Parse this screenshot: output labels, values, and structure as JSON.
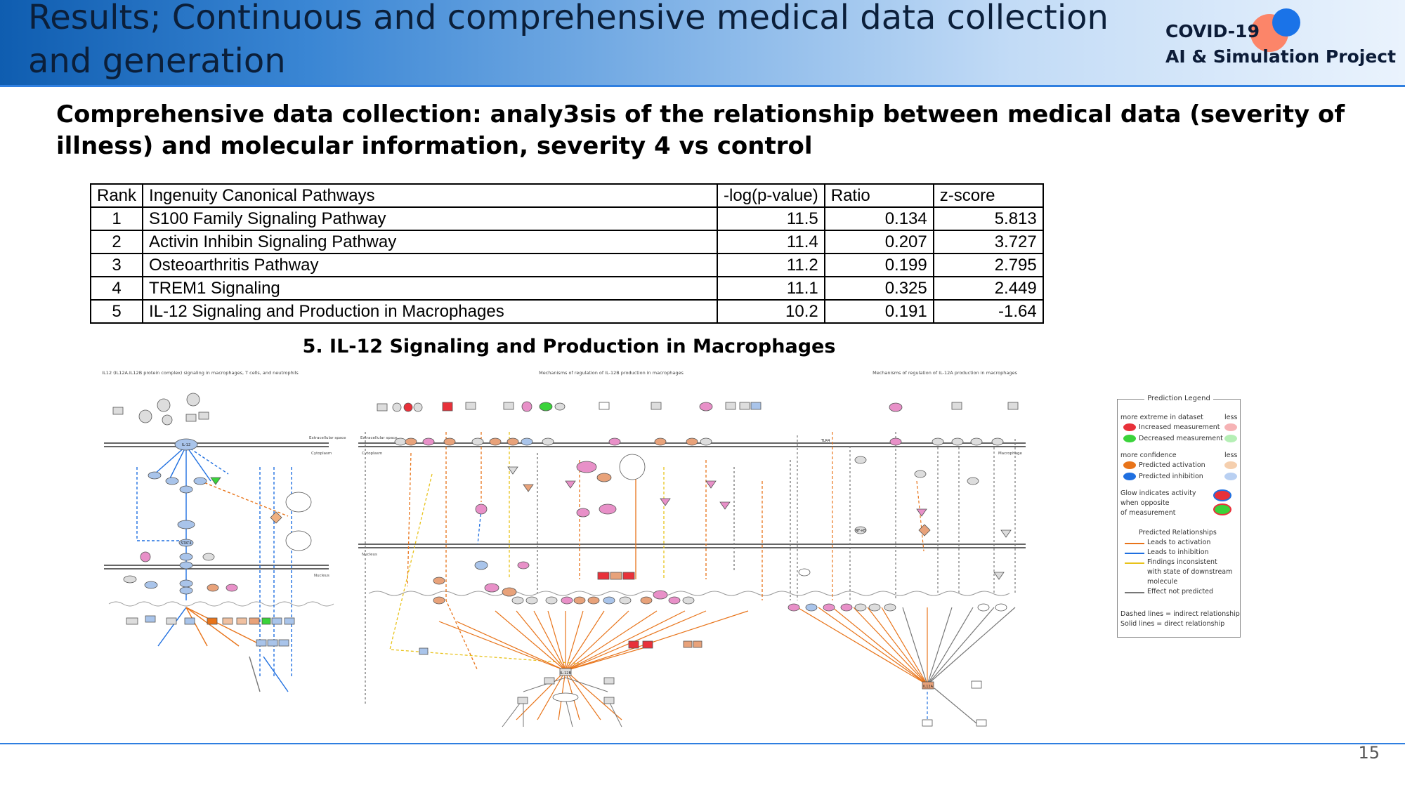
{
  "header": {
    "title": "Results; Continuous and comprehensive medical data collection and generation",
    "brand_line1": "COVID-19",
    "brand_line2": "AI & Simulation Project"
  },
  "subtitle": "Comprehensive data collection: analy3sis of the relationship between medical data (severity of illness) and molecular information, severity 4  vs  control",
  "table": {
    "headers": [
      "Rank",
      "Ingenuity Canonical Pathways",
      "-log(p-value)",
      "Ratio",
      "z-score"
    ],
    "rows": [
      [
        "1",
        "S100 Family Signaling Pathway",
        "11.5",
        "0.134",
        "5.813"
      ],
      [
        "2",
        "Activin Inhibin Signaling Pathway",
        "11.4",
        "0.207",
        "3.727"
      ],
      [
        "3",
        "Osteoarthritis Pathway",
        "11.2",
        "0.199",
        "2.795"
      ],
      [
        "4",
        "TREM1 Signaling",
        "11.1",
        "0.325",
        "2.449"
      ],
      [
        "5",
        "IL-12 Signaling and Production in Macrophages",
        "10.2",
        "0.191",
        "-1.64"
      ]
    ]
  },
  "figure": {
    "caption": "5. IL-12 Signaling and Production in Macrophages",
    "panels": [
      {
        "title": "IL12 (IL12A.IL12B protein complex) signaling in macrophages, T cells, and neutrophils"
      },
      {
        "title": "Mechanisms of regulation of IL-12B production in macrophages"
      },
      {
        "title": "Mechanisms of regulation of IL-12A production in macrophages"
      }
    ],
    "labels": {
      "extracellular": "Extracellular space",
      "cytoplasm": "Cytoplasm",
      "nucleus": "Nucleus",
      "macrophage": "Macrophage",
      "il12b": "IL-12B",
      "il12a": "IL12A",
      "il12": "IL-12",
      "stat4": "STAT4",
      "tlr4": "TLR4",
      "nfkb": "NF-κB"
    },
    "legend": {
      "title": "Prediction Legend",
      "more_extreme": "more extreme in dataset",
      "less": "less",
      "increased": "Increased measurement",
      "decreased": "Decreased measurement",
      "more_confidence": "more confidence",
      "pred_activation": "Predicted activation",
      "pred_inhibition": "Predicted inhibition",
      "glow1": "Glow indicates activity",
      "glow2": "when opposite",
      "glow3": "of measurement",
      "relationships": "Predicted Relationships",
      "leads_activation": "Leads to activation",
      "leads_inhibition": "Leads to inhibition",
      "findings1": "Findings inconsistent",
      "findings2": "with state of downstream",
      "findings3": "molecule",
      "effect_not_predicted": "Effect not predicted",
      "dashed": "Dashed lines = indirect relationship",
      "solid": "Solid lines = direct relationship"
    },
    "colors": {
      "increased": "#e8313a",
      "decreased": "#3ad33a",
      "activation": "#e8741a",
      "inhibition": "#1f6fe0",
      "inconsistent": "#e8c21a",
      "not_predicted": "#777777"
    }
  },
  "page_number": "15"
}
